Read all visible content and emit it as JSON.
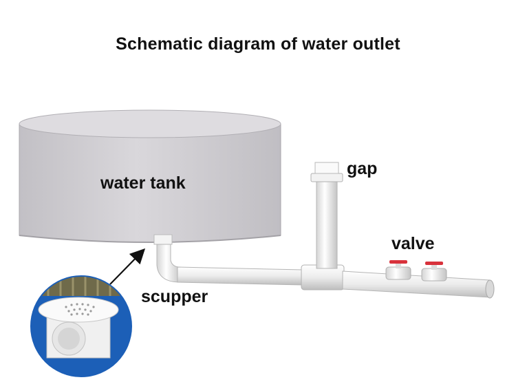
{
  "title": "Schematic diagram of water outlet",
  "labels": {
    "tank": "water tank",
    "gap": "gap",
    "valve": "valve",
    "scupper": "scupper"
  },
  "colors": {
    "tank_body": "#cfcdd2",
    "pipe": "#eeeeee",
    "valve_handle": "#d8323c",
    "inset_ring": "#1c5fb7"
  }
}
